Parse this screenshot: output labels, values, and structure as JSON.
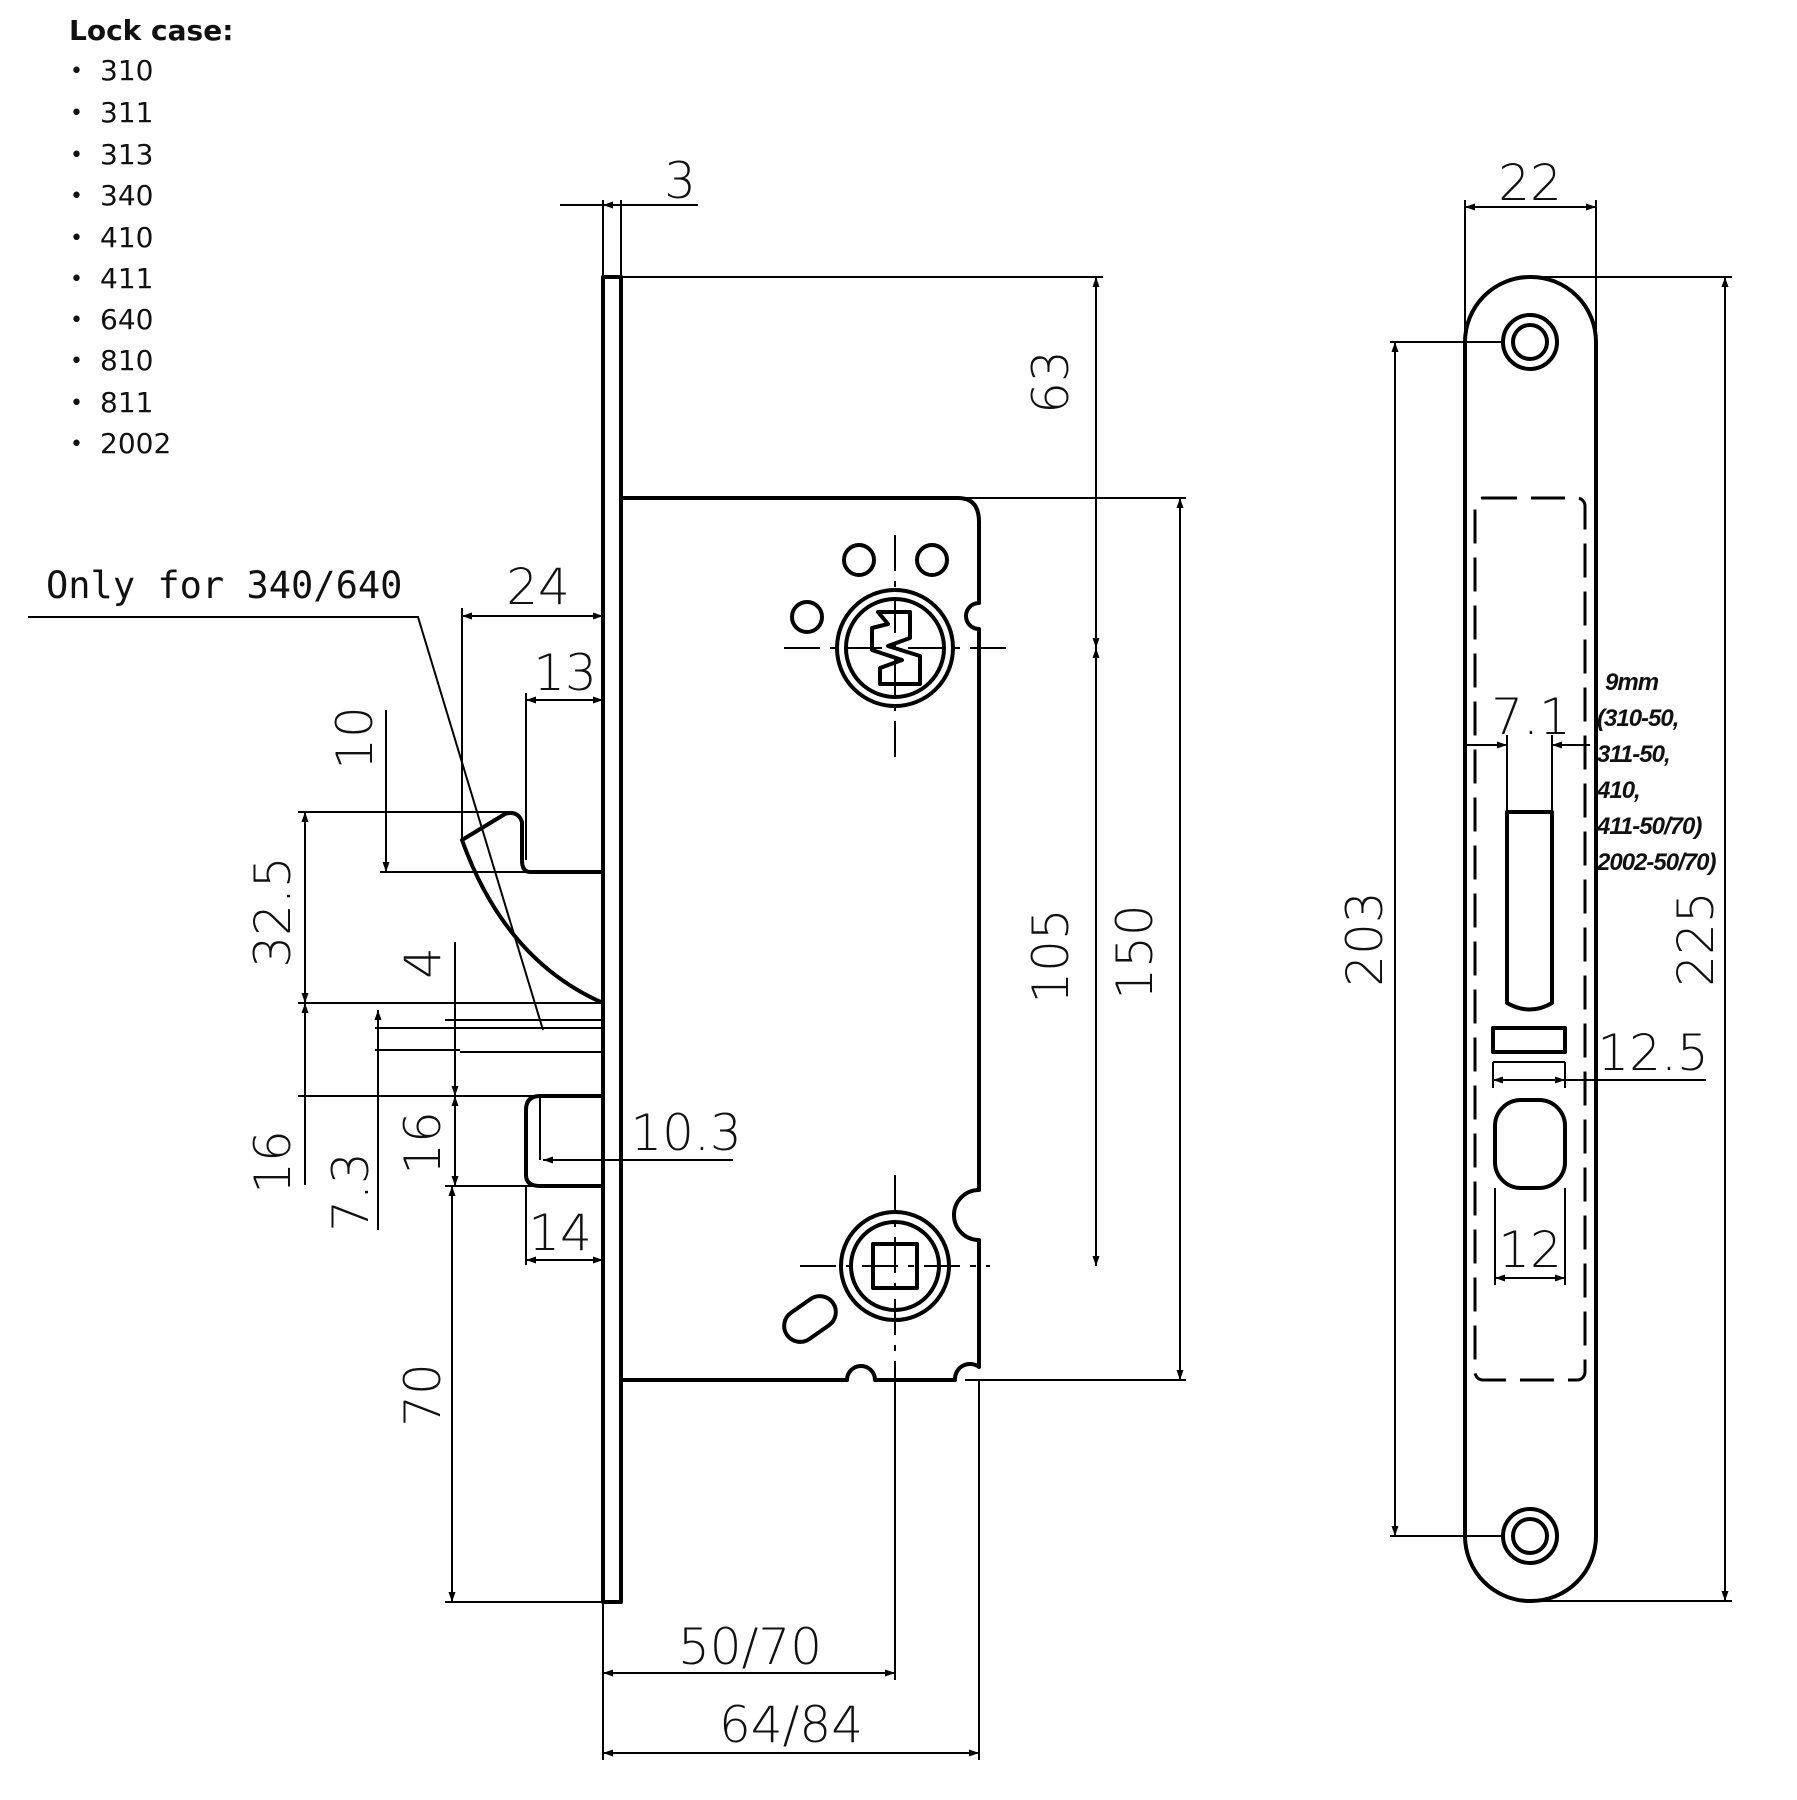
{
  "lock_case_list": {
    "title": "Lock case:",
    "items": [
      "310",
      "311",
      "313",
      "340",
      "410",
      "411",
      "640",
      "810",
      "811",
      "2002"
    ]
  },
  "front_view": {
    "note": "Only for 340/640",
    "dimensions": {
      "faceplate_thickness": "3",
      "top_to_follower": "63",
      "follower_to_key": "105",
      "case_height": "150",
      "latch_depth": "24",
      "latch_face": "13",
      "latch_height": "10",
      "latch_offset": "32.5",
      "gap_small": "4",
      "deadbolt_offset": "16",
      "deadbolt_gap": "7.3",
      "deadbolt_height": "16",
      "deadbolt_throw": "10.3",
      "deadbolt_depth": "14",
      "bottom_offset": "70",
      "backset": "50/70",
      "case_depth": "64/84"
    }
  },
  "side_view": {
    "dimensions": {
      "width": "22",
      "screw_spacing": "203",
      "plate_height": "225",
      "latch_width": "7.1",
      "bolt_width": "12.5",
      "deadbolt_width": "12"
    },
    "note_lines": [
      "9mm",
      "(310-50,",
      "311-50,",
      "410,",
      "411-50/70)",
      "2002-50/70)"
    ]
  }
}
